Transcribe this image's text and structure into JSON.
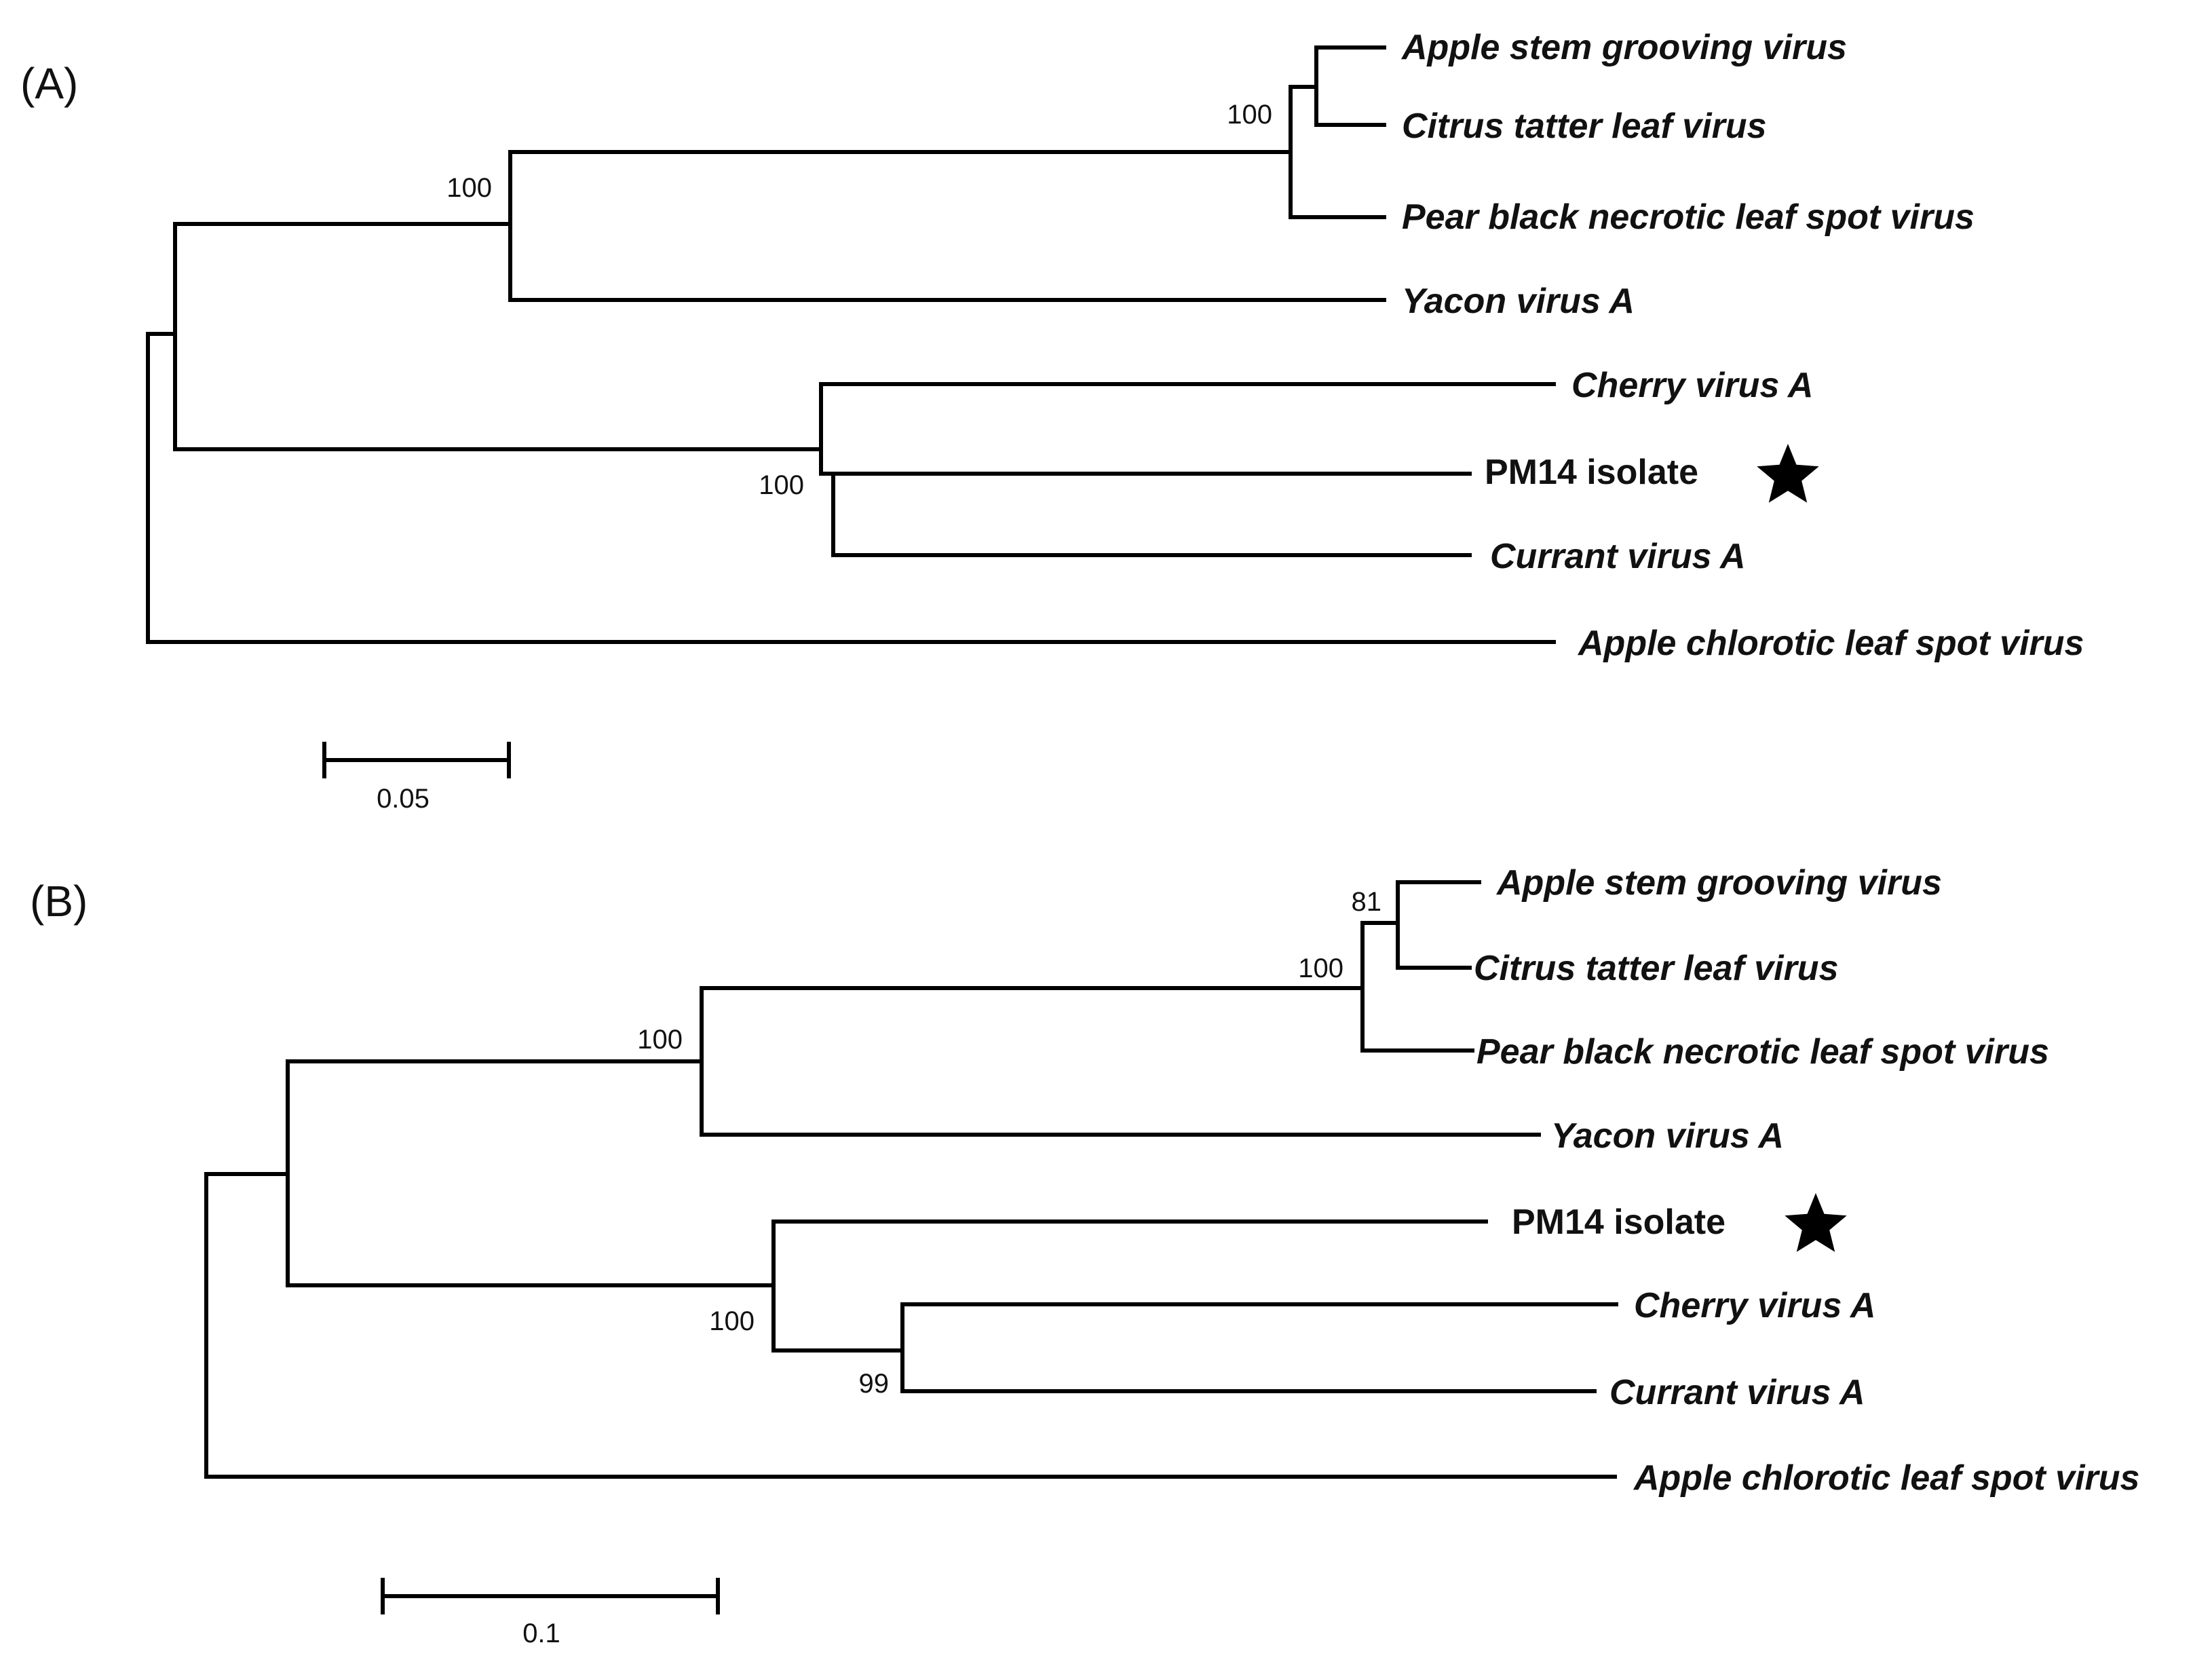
{
  "panel_a": {
    "label": "(A)",
    "taxa": {
      "asgv": "Apple stem grooving virus",
      "ctlv": "Citrus tatter leaf virus",
      "pbnlsv": "Pear black necrotic leaf spot virus",
      "yva": "Yacon virus A",
      "cva": "Cherry virus A",
      "pm14": "PM14 isolate",
      "curva": "Currant virus A",
      "aclsv": "Apple chlorotic leaf spot virus"
    },
    "bootstrap": {
      "asgv_ctlv_pbnlsv": "100",
      "capillovirus_clade": "100",
      "cva_pm14_curva": "100"
    },
    "scale_label": "0.05",
    "scale_value": 0.05
  },
  "panel_b": {
    "label": "(B)",
    "taxa": {
      "asgv": "Apple stem grooving virus",
      "ctlv": "Citrus tatter leaf virus",
      "pbnlsv": "Pear black necrotic leaf spot virus",
      "yva": "Yacon virus A",
      "pm14": "PM14 isolate",
      "cva": "Cherry virus A",
      "curva": "Currant virus A",
      "aclsv": "Apple chlorotic leaf spot virus"
    },
    "bootstrap": {
      "asgv_ctlv": "81",
      "asgv_ctlv_pbnlsv": "100",
      "capillovirus_clade": "100",
      "pm14_cva_curva": "100",
      "cva_curva": "99"
    },
    "scale_label": "0.1",
    "scale_value": 0.1
  },
  "marker_icon": "star-icon",
  "colors": {
    "line": "#000000",
    "text": "#111111",
    "background": "#ffffff"
  }
}
